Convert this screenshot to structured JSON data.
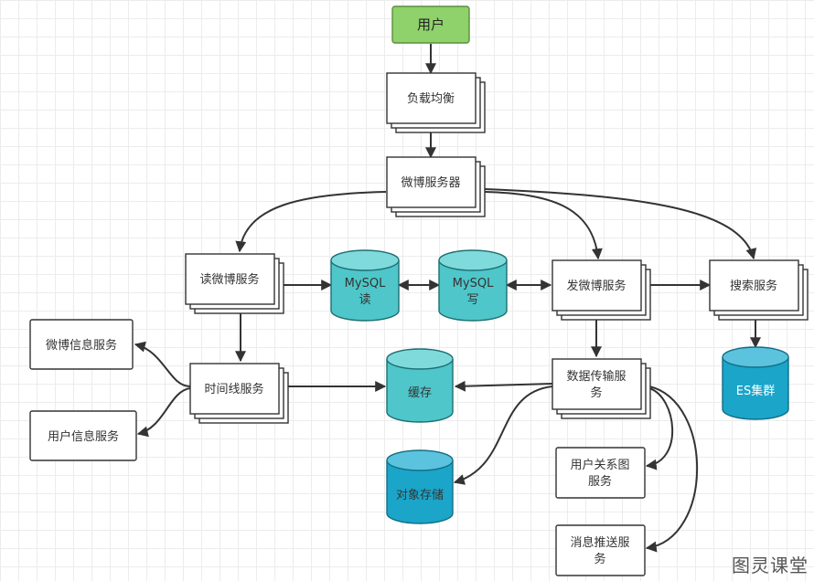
{
  "nodes": {
    "user": "用户",
    "load_balancer": "负载均衡",
    "weibo_server": "微博服务器",
    "read_weibo": "读微博服务",
    "mysql_read": [
      "MySQL",
      "读"
    ],
    "mysql_write": [
      "MySQL",
      "写"
    ],
    "post_weibo": "发微博服务",
    "search": "搜索服务",
    "weibo_info": "微博信息服务",
    "timeline": "时间线服务",
    "cache": "缓存",
    "data_transfer": [
      "数据传输服",
      "务"
    ],
    "es_cluster": "ES集群",
    "user_info": "用户信息服务",
    "object_storage": "对象存储",
    "user_relation": [
      "用户关系图",
      "服务"
    ],
    "message_push": [
      "消息推送服",
      "务"
    ]
  },
  "watermark": "图灵课堂",
  "colors": {
    "user_fill": "#8fd16a",
    "user_stroke": "#5a8f3c",
    "cylinder_light": "#4fc6c9",
    "cylinder_light_top": "#7fdadc",
    "cylinder_dark": "#1aa5c9",
    "cylinder_dark_top": "#5cc3de",
    "line": "#333333"
  }
}
